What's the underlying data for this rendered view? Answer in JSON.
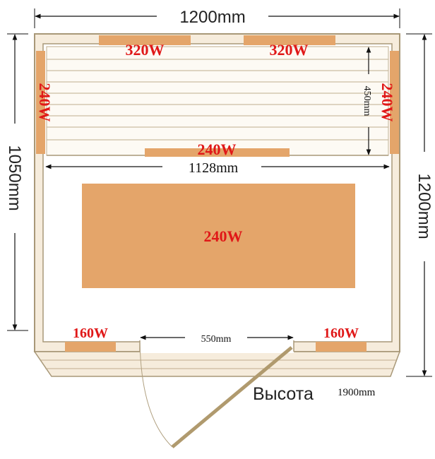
{
  "diagram": {
    "colors": {
      "wall_fill": "#f6ecdc",
      "wall_stroke": "#a89878",
      "heater": "#e4a56a",
      "heater_large": "#e4a56a",
      "power_text": "#e01818",
      "bench_line": "#c0ad8e"
    },
    "dimensions": {
      "width_top": "1200mm",
      "depth_left": "1050mm",
      "depth_right": "1200mm",
      "bench_depth": "450mm",
      "inner_width": "1128mm",
      "door_width": "550mm",
      "height_label": "Высота",
      "height_value": "1900mm"
    },
    "heaters": {
      "back_left": "320W",
      "back_right": "320W",
      "side_left": "240W",
      "side_right": "240W",
      "bench_front": "240W",
      "floor": "240W",
      "front_left": "160W",
      "front_right": "160W"
    }
  }
}
